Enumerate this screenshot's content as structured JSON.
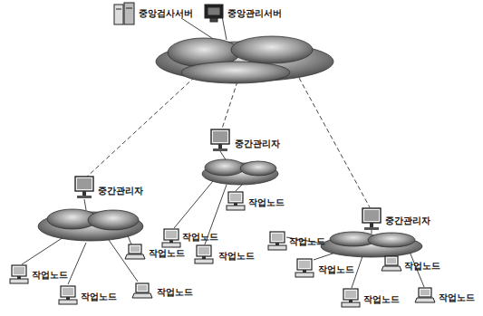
{
  "diagram": {
    "nodes": [
      {
        "text": [
          "중앙검사서버"
        ]
      },
      {
        "text": [
          "중앙관리서버"
        ]
      },
      {
        "text": [
          "중간관리자"
        ]
      },
      {
        "text": [
          "중간관리자"
        ]
      },
      {
        "text": [
          "작업노드"
        ]
      },
      {
        "text": [
          "중간관리자"
        ]
      },
      {
        "text": [
          "작업노드"
        ]
      },
      {
        "text": [
          "작업노드"
        ]
      },
      {
        "text": [
          "작업노드"
        ]
      },
      {
        "text": [
          "작업노드"
        ]
      },
      {
        "text": [
          "작업노드"
        ]
      },
      {
        "text": [
          "작업노드"
        ]
      },
      {
        "text": [
          "작업노드"
        ]
      },
      {
        "text": [
          "작업노드"
        ]
      },
      {
        "text": [
          "작업노드"
        ]
      },
      {
        "text": [
          "작업노드"
        ]
      },
      {
        "text": [
          "작업노드"
        ]
      }
    ]
  }
}
